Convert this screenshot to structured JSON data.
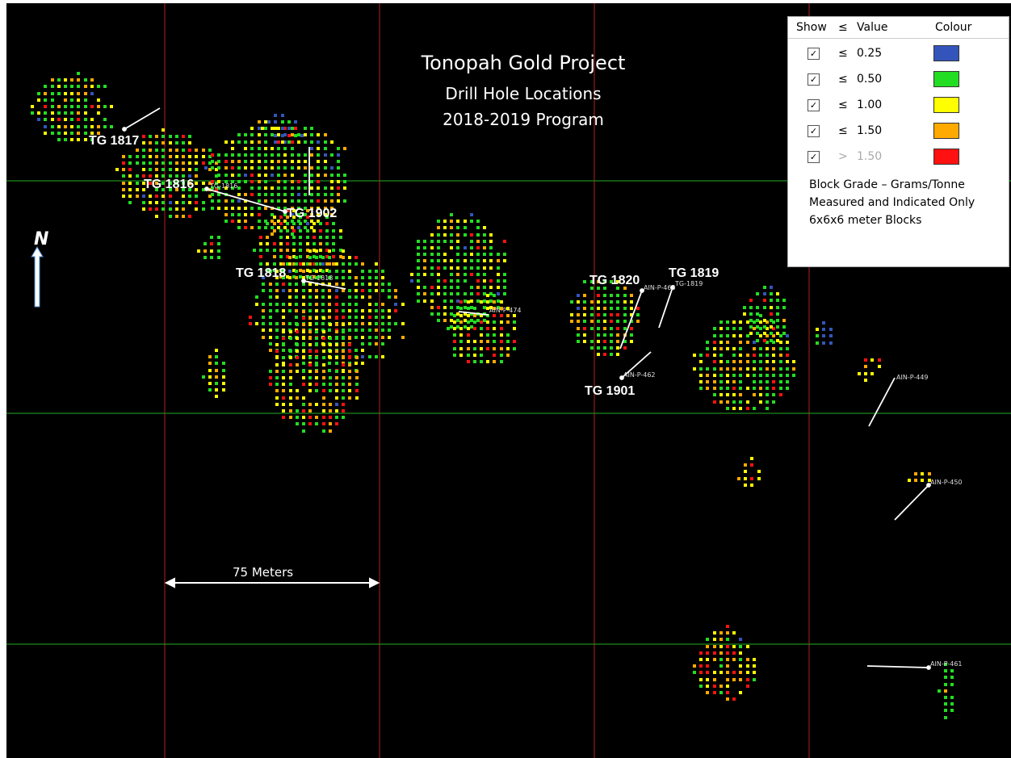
{
  "title": {
    "line1": "Tonopah Gold Project",
    "line2": "Drill Hole Locations",
    "line3": "2018-2019 Program"
  },
  "north_label": "N",
  "scale_label": "75 Meters",
  "drill_holes": {
    "tg1817": "TG 1817",
    "tg1816": "TG 1816",
    "tg1902": "TG 1902",
    "tg1818": "TG 1818",
    "tg1820": "TG 1820",
    "tg1819": "TG 1819",
    "tg1901": "TG 1901"
  },
  "small_labels": {
    "p474": "AIN-P-474",
    "p463": "AIN-P-463",
    "tg1819": "TG-1819",
    "p462": "AIN-P-462",
    "p449": "AIN-P-449",
    "p450": "AIN-P-450",
    "p461": "AIN-P-461",
    "tg1816": "TG-1816",
    "tg1818": "TG-1818"
  },
  "legend": {
    "header_show": "Show",
    "header_le": "≤",
    "header_value": "Value",
    "header_colour": "Colour",
    "rows": [
      {
        "op": "≤",
        "value": "0.25",
        "color": "#3355bb",
        "checked": "✓"
      },
      {
        "op": "≤",
        "value": "0.50",
        "color": "#22dd22",
        "checked": "✓"
      },
      {
        "op": "≤",
        "value": "1.00",
        "color": "#ffff00",
        "checked": "✓"
      },
      {
        "op": "≤",
        "value": "1.50",
        "color": "#ffaa00",
        "checked": "✓"
      },
      {
        "op": ">",
        "value": "1.50",
        "color": "#ff1111",
        "checked": "✓"
      }
    ],
    "note1": "Block Grade – Grams/Tonne",
    "note2": "Measured and Indicated Only",
    "note3": "6x6x6 meter Blocks"
  },
  "grade_colors": [
    "#3355bb",
    "#22dd22",
    "#ffff00",
    "#ffaa00",
    "#ff1111"
  ]
}
